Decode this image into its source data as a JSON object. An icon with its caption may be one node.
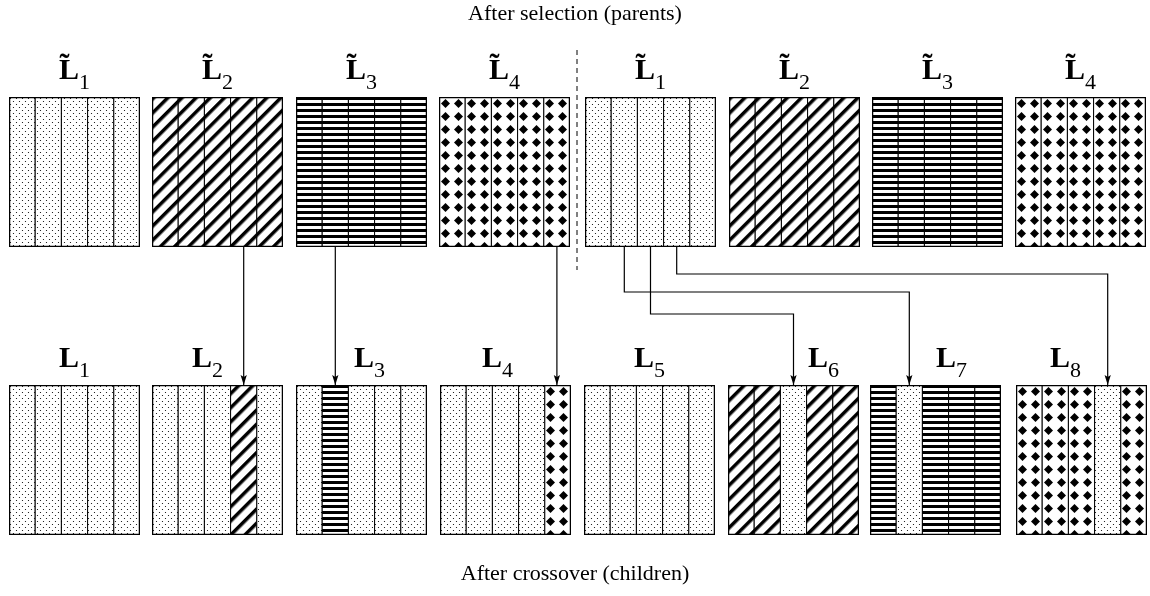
{
  "diagram": {
    "title": "After selection (parents)",
    "caption": "After crossover (children)",
    "nodes": [
      {
        "text": [
          "**L̃**$_{1}$"
        ]
      },
      {
        "text": [
          "**L̃**$_{2}$"
        ]
      },
      {
        "text": [
          "**L̃**$_{3}$"
        ]
      },
      {
        "text": [
          "**L̃**$_{4}$"
        ]
      },
      {
        "text": [
          "**L̃**$_{1}$"
        ]
      },
      {
        "text": [
          "**L̃**$_{2}$"
        ]
      },
      {
        "text": [
          "**L̃**$_{3}$"
        ]
      },
      {
        "text": [
          "**L̃**$_{4}$"
        ]
      },
      {
        "text": [
          "**L**$_{1}$"
        ]
      },
      {
        "text": [
          "**L**$_{2}$"
        ]
      },
      {
        "text": [
          "**L**$_{3}$"
        ]
      },
      {
        "text": [
          "**L**$_{4}$"
        ]
      },
      {
        "text": [
          "**L**$_{5}$"
        ]
      },
      {
        "text": [
          "**L**$_{6}$"
        ]
      },
      {
        "text": [
          "**L**$_{7}$"
        ]
      },
      {
        "text": [
          "**L**$_{8}$"
        ]
      }
    ],
    "edges": [
      {
        "from": 1,
        "to": 9,
        "arrow": "to"
      },
      {
        "from": 2,
        "to": 10,
        "arrow": "to"
      },
      {
        "from": 3,
        "to": 11,
        "arrow": "to"
      },
      {
        "from": 4,
        "to": 13,
        "arrow": "to"
      },
      {
        "from": 4,
        "to": 14,
        "arrow": "to"
      },
      {
        "from": 4,
        "to": 15,
        "arrow": "to"
      }
    ]
  }
}
